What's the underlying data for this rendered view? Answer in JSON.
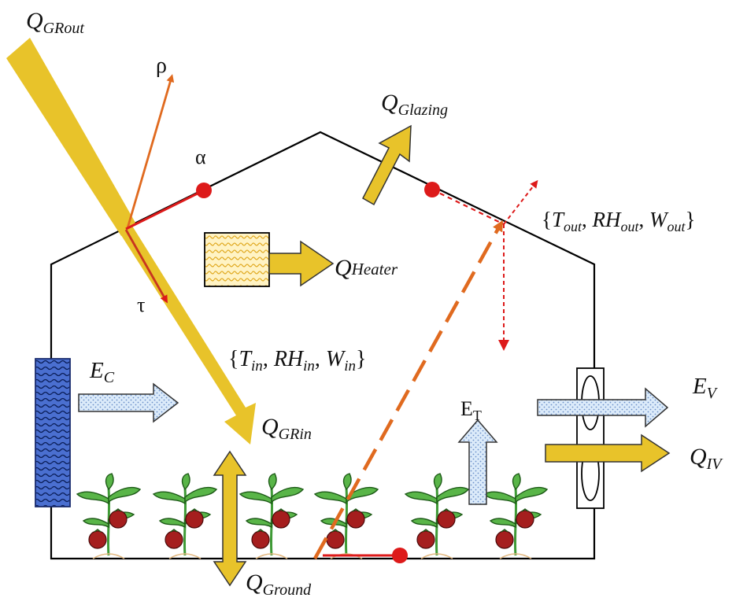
{
  "labels": {
    "q_gr_out": {
      "main": "Q",
      "sub": "GRout"
    },
    "rho": "ρ",
    "alpha": "α",
    "tau": "τ",
    "q_glazing": {
      "main": "Q",
      "sub": "Glazing"
    },
    "outside_conditions": {
      "open": "{",
      "t_main": "T",
      "t_sub": "out",
      "sep1": ", ",
      "rh_main": "RH",
      "rh_sub": "out",
      "sep2": ", ",
      "w_main": "W",
      "w_sub": "out",
      "close": "}"
    },
    "q_heater": {
      "main": "Q",
      "sub": "Heater"
    },
    "inside_conditions": {
      "open": "{",
      "t_main": "T",
      "t_sub": "in",
      "sep1": ",  ",
      "rh_main": "RH",
      "rh_sub": "in",
      "sep2": ", ",
      "w_main": "W",
      "w_sub": "in",
      "close": "}"
    },
    "e_c": {
      "main": "E",
      "sub": "C"
    },
    "q_gr_in": {
      "main": "Q",
      "sub": "GRin"
    },
    "e_t": {
      "main": "E",
      "sub": "T"
    },
    "e_v": {
      "main": "E",
      "sub": "V"
    },
    "q_iv": {
      "main": "Q",
      "sub": "IV"
    },
    "q_ground": {
      "main": "Q",
      "sub": "Ground"
    }
  },
  "colors": {
    "outline": "#000000",
    "solar_yellow": "#e8c32a",
    "arrow_stroke": "#333333",
    "reflect_orange": "#e06a1f",
    "absorb_red": "#dd1a1a",
    "moisture_fill": "#d8e8f8",
    "cooling_pad": "#4a6fd0",
    "heater_fill": "#fff3c4",
    "plant_green": "#3f9a36",
    "tomato_red": "#a51e1e"
  },
  "icons": [
    "tomato-plant-icon",
    "fan-icon",
    "cooling-pad-icon",
    "heater-icon"
  ]
}
